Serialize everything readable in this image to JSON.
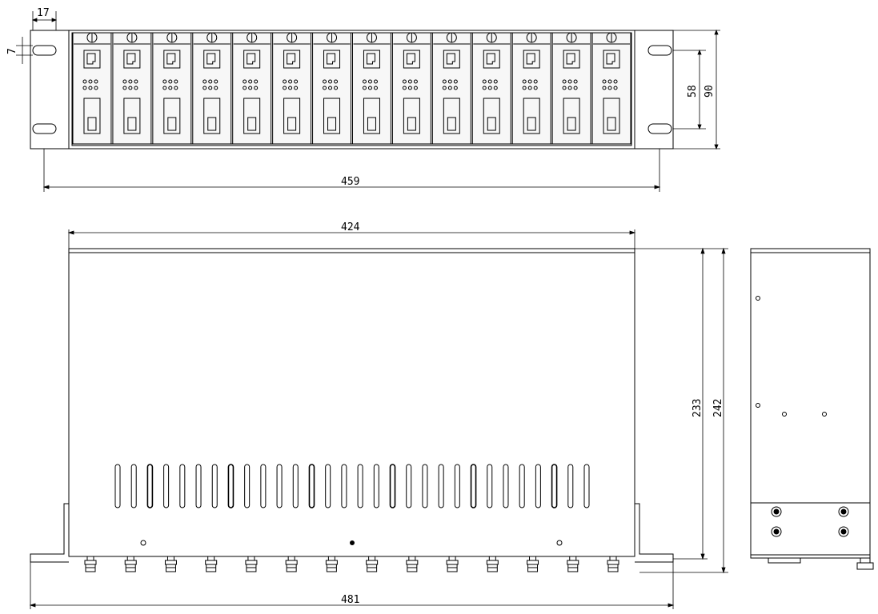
{
  "dimensions": {
    "ear_offset": "17",
    "hole_height": "7",
    "hole_spacing": "58",
    "panel_height": "90",
    "ear_span": "459",
    "chassis_width": "424",
    "depth": "233",
    "overall_depth": "242",
    "overall_width": "481"
  },
  "module_count": 14,
  "louver_count": 30,
  "colors": {
    "line": "#000000",
    "background": "#ffffff",
    "panel": "#f2f2f2"
  }
}
